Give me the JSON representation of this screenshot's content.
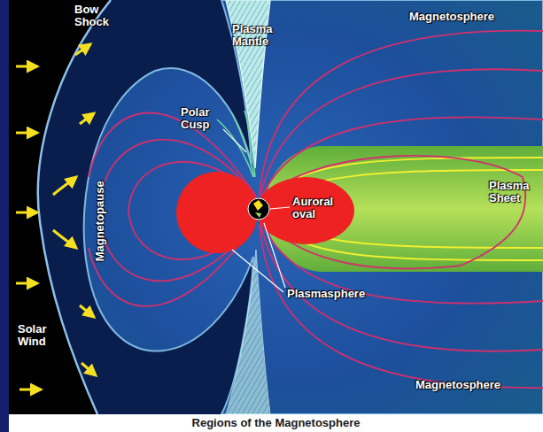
{
  "diagram": {
    "caption": "Regions of the Magnetosphere",
    "labels": [
      "Bow Shock",
      "Plasma Mantle",
      "Magnetosphere",
      "Polar Cusp",
      "Magnetopause",
      "Auroral oval",
      "Plasma Sheet",
      "Plasmasphere",
      "Magnetosphere",
      "Solar Wind"
    ]
  }
}
